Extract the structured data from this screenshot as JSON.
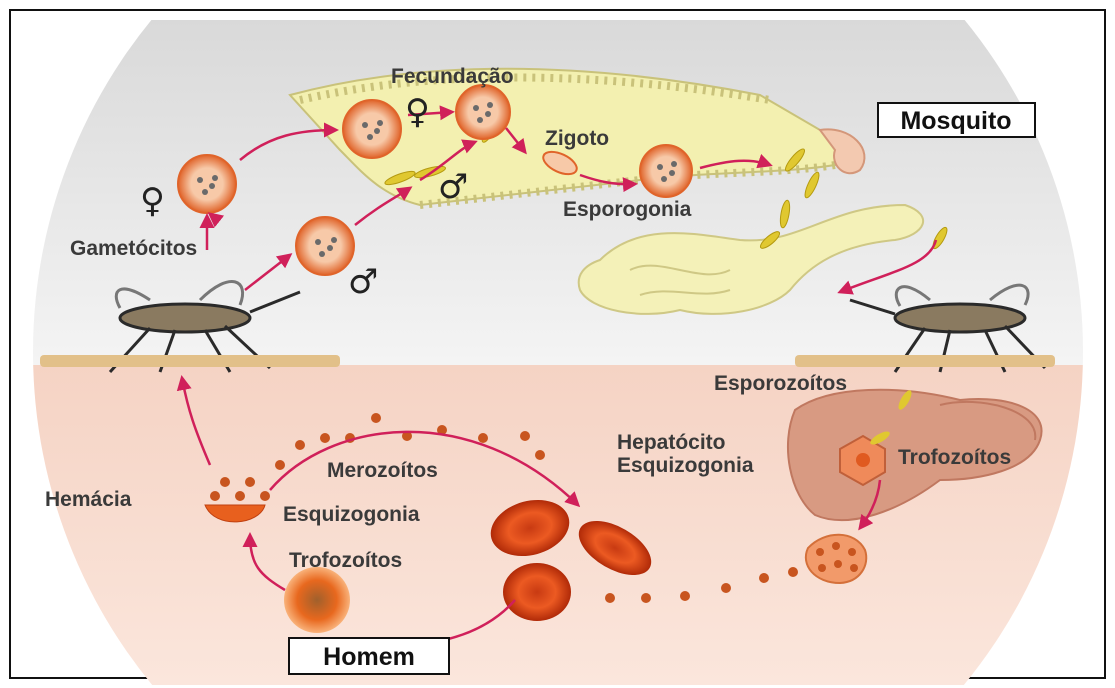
{
  "hosts": {
    "mosquito": "Mosquito",
    "human": "Homem"
  },
  "mosquito_stage": {
    "fertilization": "Fecundação",
    "zygote": "Zigoto",
    "sporogony": "Esporogonia",
    "gametocytes": "Gametócitos",
    "female_symbol": "♀",
    "male_symbol": "♂"
  },
  "human_stage": {
    "sporozoites": "Esporozoítos",
    "hepatocyte": "Hepatócito",
    "liver_schizogony": "Esquizogonia",
    "liver_trophozoites": "Trofozoítos",
    "merozoites": "Merozoítos",
    "red_cell": "Hemácia",
    "blood_schizogony": "Esquizogonia",
    "blood_trophozoites": "Trofozoítos"
  },
  "colors": {
    "mosquito_bg": "#e6e6e6",
    "human_bg": "#f6d5c7",
    "arrow": "#d0205a",
    "cell_fill": "#e8753a",
    "merozoite": "#c8551f",
    "gut": "#f3f0b0"
  }
}
